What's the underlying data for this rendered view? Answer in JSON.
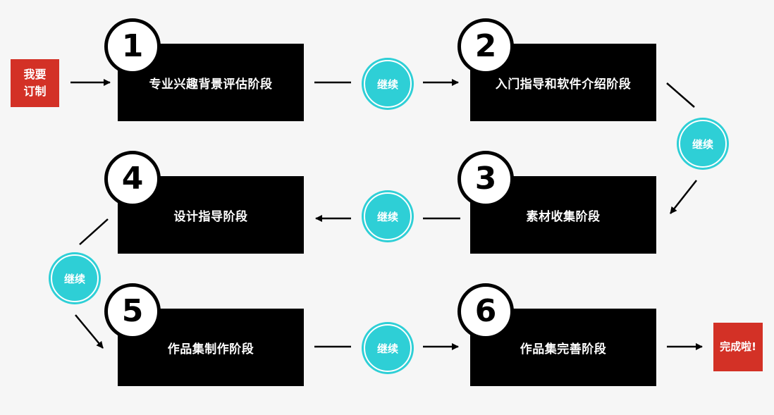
{
  "start_label": "我要订制",
  "end_label": "完成啦!",
  "continue_label": "继续",
  "steps": [
    {
      "number": "1",
      "label": "专业兴趣背景评估阶段"
    },
    {
      "number": "2",
      "label": "入门指导和软件介绍阶段"
    },
    {
      "number": "3",
      "label": "素材收集阶段"
    },
    {
      "number": "4",
      "label": "设计指导阶段"
    },
    {
      "number": "5",
      "label": "作品集制作阶段"
    },
    {
      "number": "6",
      "label": "作品集完善阶段"
    }
  ],
  "colors": {
    "accent_red": "#d33126",
    "continue_teal": "#2ecfd6",
    "box_black": "#000000",
    "background": "#f6f6f6"
  }
}
